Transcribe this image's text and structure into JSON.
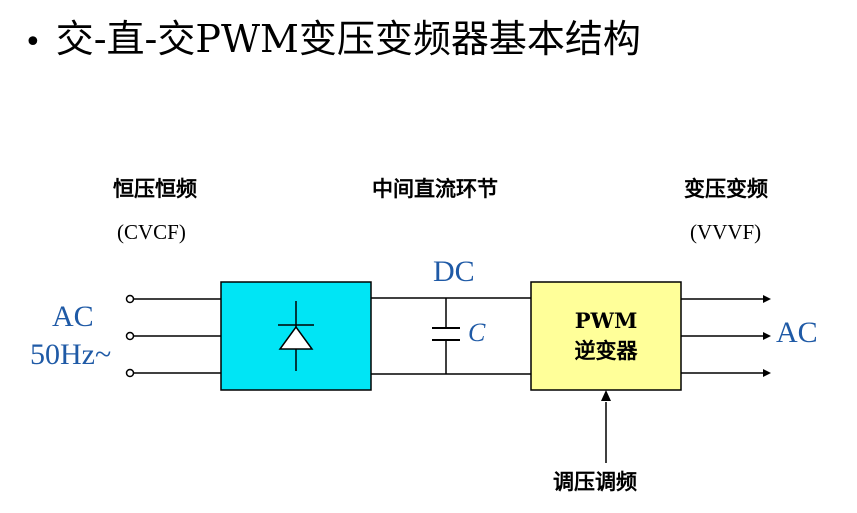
{
  "title": {
    "bullet": "•",
    "text": "交-直-交PWM变压变频器基本结构"
  },
  "input": {
    "heading": "恒压恒频",
    "abbr": "(CVCF)",
    "ac_label": "AC",
    "freq_label": "50Hz~"
  },
  "dc_link": {
    "heading": "中间直流环节",
    "dc_label": "DC",
    "cap_label": "C"
  },
  "output": {
    "heading": "变压变频",
    "abbr": "(VVVF)",
    "ac_label": "AC"
  },
  "inverter": {
    "line1": "PWM",
    "line2": "逆变器"
  },
  "control": {
    "label": "调压调频"
  },
  "colors": {
    "rectifier_fill": "#00e5f5",
    "inverter_fill": "#ffff99",
    "accent_text": "#1f5aa6"
  }
}
